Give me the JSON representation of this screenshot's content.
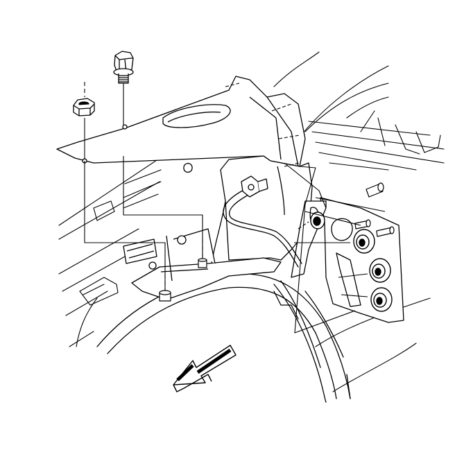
{
  "figure": {
    "line_color": "#000000",
    "fill_color": "#ffffff",
    "background": "#ffffff",
    "parts": [
      "hex-bolt",
      "hex-nut",
      "mounting-bracket",
      "brake-line",
      "hydraulic-fitting",
      "wheelhouse-panel",
      "mount-plate",
      "rubber-grommets",
      "studs",
      "direction-arrow"
    ]
  }
}
